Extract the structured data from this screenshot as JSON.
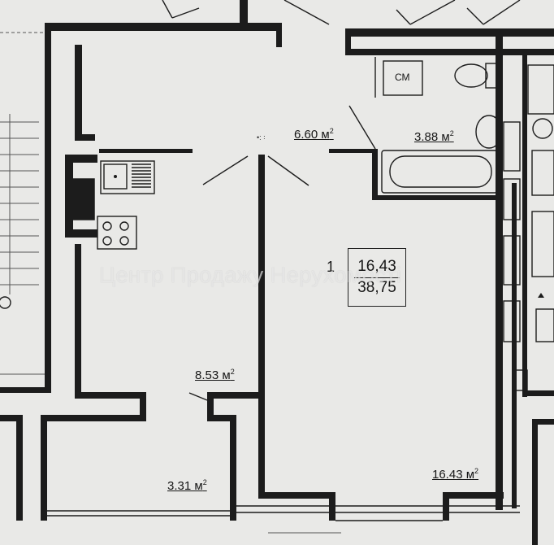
{
  "rooms": {
    "hall": {
      "area": "6.60 м",
      "sup": "2"
    },
    "bathroom": {
      "area": "3.88 м",
      "sup": "2"
    },
    "kitchen": {
      "area": "8.53 м",
      "sup": "2"
    },
    "balcony": {
      "area": "3.31 м",
      "sup": "2"
    },
    "living_room": {
      "area": "16.43 м",
      "sup": "2"
    }
  },
  "apartment": {
    "number": "1",
    "living_area": "16,43",
    "total_area": "38,75"
  },
  "fixtures": {
    "toilet_label": "СМ"
  },
  "watermark": "Центр Продажу Нерухомості",
  "colors": {
    "paper": "#e9e9e7",
    "walls": "#1c1c1c"
  }
}
